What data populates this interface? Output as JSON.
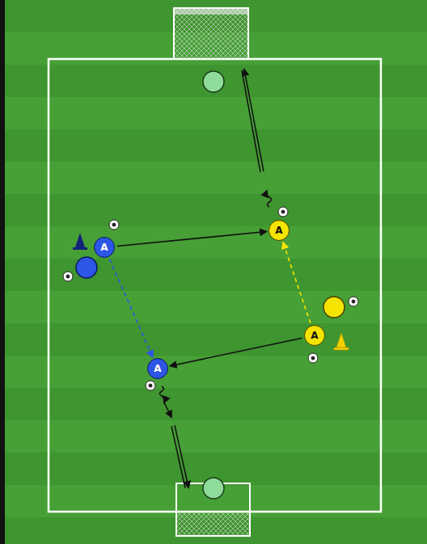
{
  "diagram": {
    "nodes": [
      {
        "text": [
          "A"
        ]
      },
      {
        "text": [
          "A"
        ]
      },
      {
        "text": [
          "A"
        ]
      },
      {
        "text": [
          "A"
        ]
      }
    ],
    "edges": [
      {
        "from": 1,
        "to": 0,
        "arrow": "to"
      },
      {
        "from": 2,
        "to": 3,
        "arrow": "to"
      },
      {
        "from": 1,
        "to": 3,
        "arrow": "to"
      },
      {
        "from": 2,
        "to": 0,
        "arrow": "to"
      }
    ]
  }
}
